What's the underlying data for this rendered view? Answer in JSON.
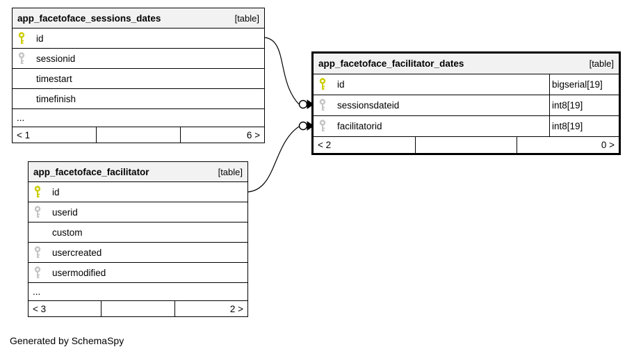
{
  "page": {
    "footer_note": "Generated by SchemaSpy"
  },
  "colors": {
    "primary_key_icon": "#cccc00",
    "foreign_key_icon": "#c4c4c4",
    "header_bg": "#f2f2f2",
    "table_border": "#000000"
  },
  "tables": [
    {
      "name": "app_facetoface_sessions_dates",
      "tag": "[table]",
      "columns": [
        {
          "name": "id",
          "key": "primary"
        },
        {
          "name": "sessionid",
          "key": "foreign"
        },
        {
          "name": "timestart",
          "key": "none"
        },
        {
          "name": "timefinish",
          "key": "none"
        }
      ],
      "ellipsis": "...",
      "footer": {
        "children": "< 1",
        "parents": "6 >"
      }
    },
    {
      "name": "app_facetoface_facilitator_dates",
      "tag": "[table]",
      "columns": [
        {
          "name": "id",
          "key": "primary",
          "type": "bigserial[19]"
        },
        {
          "name": "sessionsdateid",
          "key": "foreign",
          "type": "int8[19]"
        },
        {
          "name": "facilitatorid",
          "key": "foreign",
          "type": "int8[19]"
        }
      ],
      "footer": {
        "children": "< 2",
        "parents": "0 >"
      }
    },
    {
      "name": "app_facetoface_facilitator",
      "tag": "[table]",
      "columns": [
        {
          "name": "id",
          "key": "primary"
        },
        {
          "name": "userid",
          "key": "foreign"
        },
        {
          "name": "custom",
          "key": "none"
        },
        {
          "name": "usercreated",
          "key": "foreign"
        },
        {
          "name": "usermodified",
          "key": "foreign"
        }
      ],
      "ellipsis": "...",
      "footer": {
        "children": "< 3",
        "parents": "2 >"
      }
    }
  ],
  "relationships": [
    {
      "from": "app_facetoface_sessions_dates.id",
      "to": "app_facetoface_facilitator_dates.sessionsdateid"
    },
    {
      "from": "app_facetoface_facilitator.id",
      "to": "app_facetoface_facilitator_dates.facilitatorid"
    }
  ]
}
